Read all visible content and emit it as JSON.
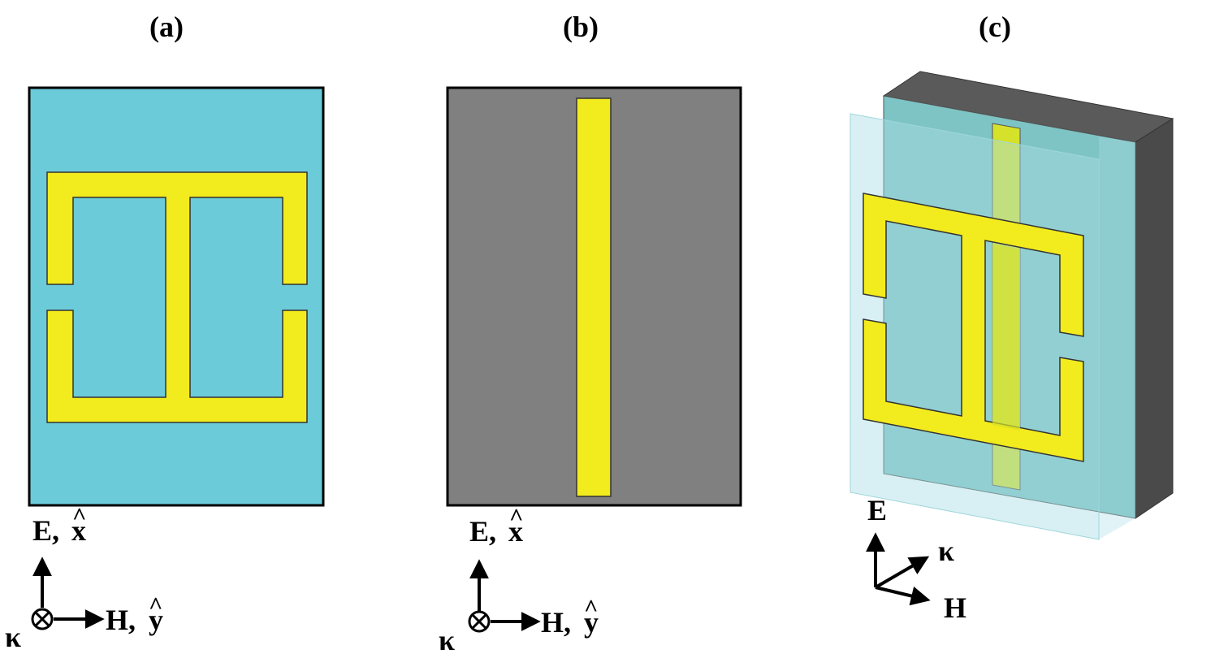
{
  "panels": [
    {
      "label": "(a)"
    },
    {
      "label": "(b)"
    },
    {
      "label": "(c)"
    }
  ],
  "axes": {
    "e_label": "E,",
    "h_label": "H,",
    "x_symbol": "x",
    "y_symbol": "y",
    "hat": "^",
    "k_label": "κ",
    "e_plain": "E",
    "h_plain": "H"
  },
  "colors": {
    "substrate": "#6ccbd9",
    "ground": "#808080",
    "metal": "#f2eb1d",
    "dark_box": "#4a4a4a",
    "translucent": "#a8dde4"
  }
}
